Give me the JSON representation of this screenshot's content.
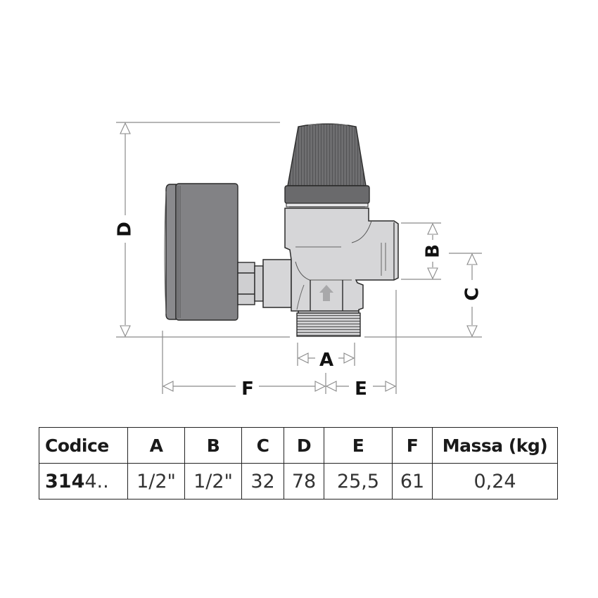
{
  "diagram": {
    "dimension_labels": {
      "A": "A",
      "B": "B",
      "C": "C",
      "D": "D",
      "E": "E",
      "F": "F"
    },
    "colors": {
      "cap_dark": "#6e6e70",
      "gauge_body": "#828285",
      "brass_body": "#d6d6d8",
      "dimension_line": "#8a8a8a",
      "outline": "#2a2a2a",
      "arrow_fill": "#a8a8aa"
    }
  },
  "table": {
    "headers": [
      "Codice",
      "A",
      "B",
      "C",
      "D",
      "E",
      "F",
      "Massa (kg)"
    ],
    "rows": [
      {
        "code_bold": "314",
        "code_rest": "4..",
        "A": "1/2\"",
        "B": "1/2\"",
        "C": "32",
        "D": "78",
        "E": "25,5",
        "F": "61",
        "mass": "0,24"
      }
    ]
  }
}
